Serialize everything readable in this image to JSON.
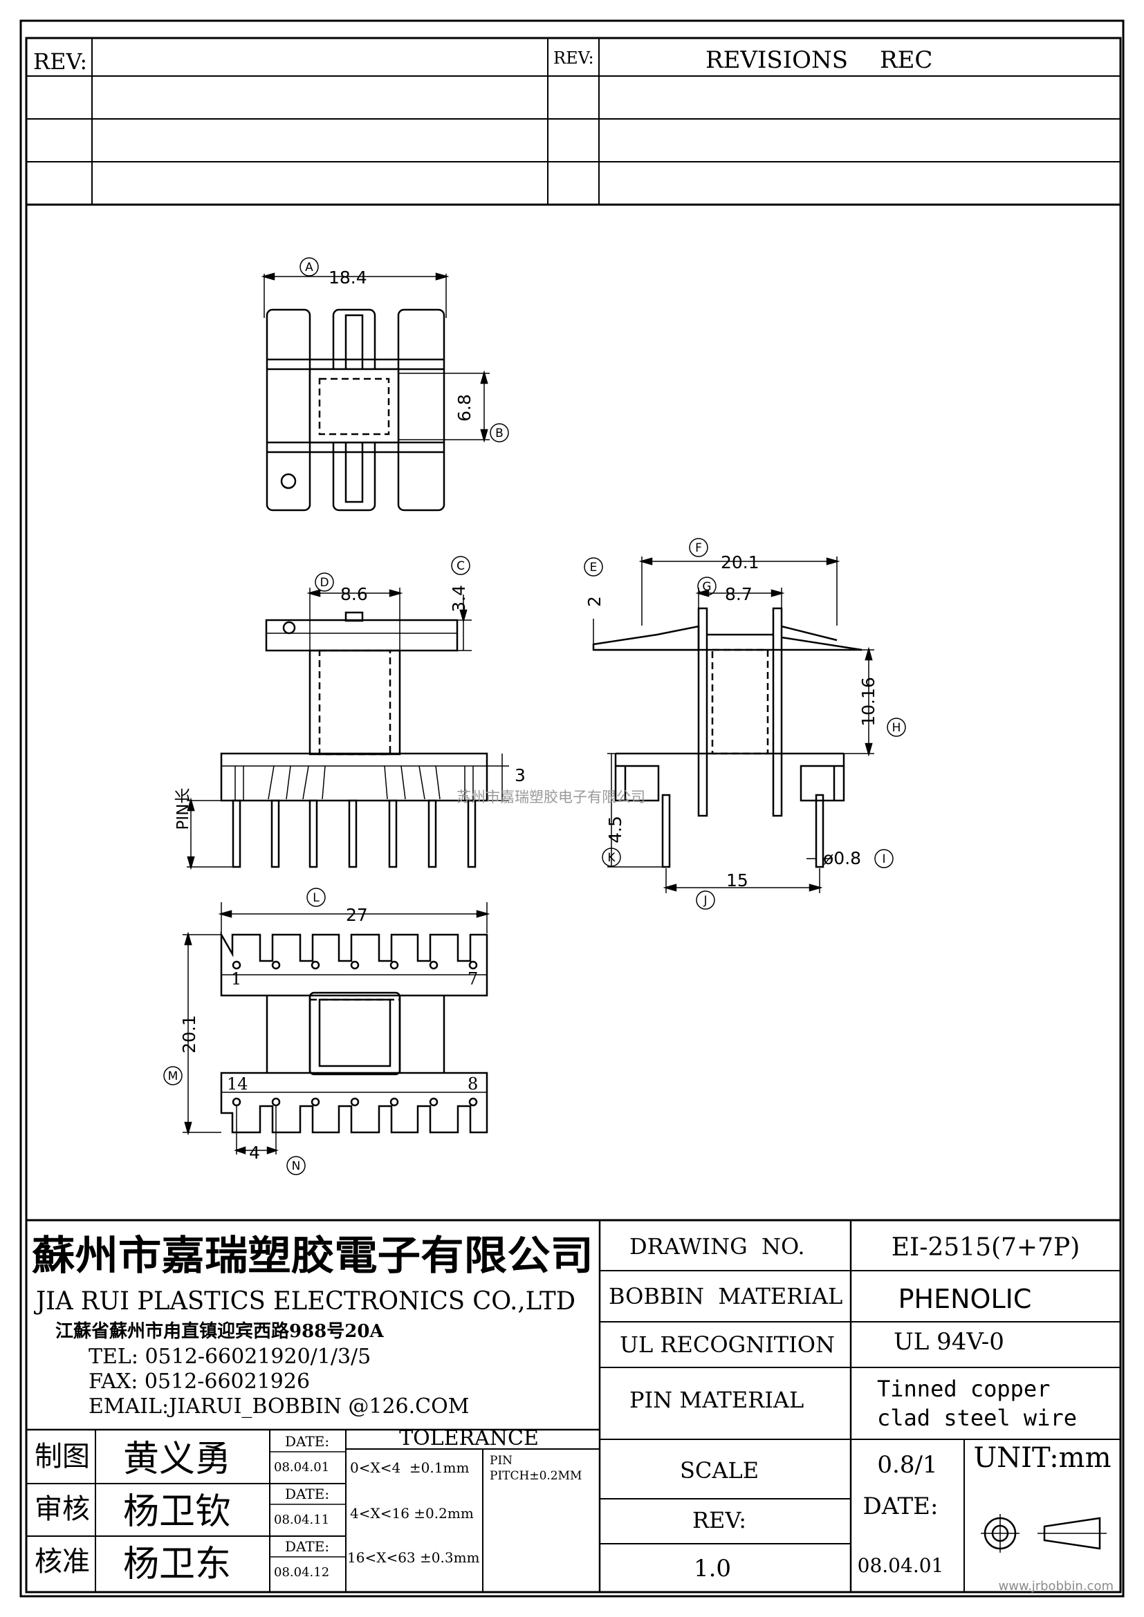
{
  "revisions": {
    "rev_label_left": "REV:",
    "rev_label_right": "REV:",
    "revisions_title": "REVISIONS",
    "rec_label": "REC"
  },
  "drawing": {
    "top_view": {
      "a_marker": "A",
      "a_dim": "18.4",
      "b_marker": "B",
      "b_dim": "6.8"
    },
    "front_view": {
      "d_marker": "D",
      "d_dim": "8.6",
      "c_marker": "C",
      "c_dim": "3.4",
      "pin_len_label": "PIN长",
      "dim_3": "3"
    },
    "side_view": {
      "e_marker": "E",
      "e_dim": "2",
      "f_marker": "F",
      "f_dim": "20.1",
      "g_marker": "G",
      "g_dim": "8.7",
      "h_marker": "H",
      "h_dim": "10.16",
      "k_marker": "K",
      "k_dim": "4.5",
      "i_marker": "I",
      "i_dim": "ø0.8",
      "j_marker": "J",
      "j_dim": "15"
    },
    "bottom_view": {
      "l_marker": "L",
      "l_dim": "27",
      "m_marker": "M",
      "m_dim": "20.1",
      "n_marker": "N",
      "n_dim": "4",
      "pin_1": "1",
      "pin_7": "7",
      "pin_14": "14",
      "pin_8": "8"
    },
    "watermark_center": "苏州市嘉瑞塑胶电子有限公司"
  },
  "title_block": {
    "company_cn": "蘇州市嘉瑞塑胶電子有限公司",
    "company_en": "JIA RUI PLASTICS ELECTRONICS CO.,LTD",
    "address": "江蘇省蘇州市甪直镇迎宾西路988号20A",
    "tel": "TEL: 0512-66021920/1/3/5",
    "fax": "FAX: 0512-66021926",
    "email": "EMAIL:JIARUI_BOBBIN @126.COM",
    "drawing_no_label": "DRAWING  NO.",
    "drawing_no_value": "EI-2515(7+7P)",
    "bobbin_material_label": "BOBBIN  MATERIAL",
    "bobbin_material_value": "PHENOLIC",
    "ul_label": "UL RECOGNITION",
    "ul_value": "UL 94V-0",
    "pin_material_label": "PIN MATERIAL",
    "pin_material_value_1": "Tinned copper",
    "pin_material_value_2": "clad steel wire",
    "scale_label": "SCALE",
    "scale_value": "0.8/1",
    "unit_label": "UNIT:mm",
    "rev_label": "REV:",
    "rev_value": "1.0",
    "date_label": "DATE:",
    "date_value": "08.04.01",
    "signatures": [
      {
        "role": "制图",
        "name": "黄义勇",
        "date_label": "DATE:",
        "date": "08.04.01"
      },
      {
        "role": "审核",
        "name": "杨卫钦",
        "date_label": "DATE:",
        "date": "08.04.11"
      },
      {
        "role": "核准",
        "name": "杨卫东",
        "date_label": "DATE:",
        "date": "08.04.12"
      }
    ],
    "tolerance_title": "TOLERANCE",
    "tolerance_rows": [
      "0<X<4  ±0.1mm",
      "4<X<16 ±0.2mm",
      "16<X<63 ±0.3mm"
    ],
    "pin_pitch_1": "PIN",
    "pin_pitch_2": "PITCH±0.2MM"
  },
  "footer_watermark": "www.jrbobbin.com"
}
